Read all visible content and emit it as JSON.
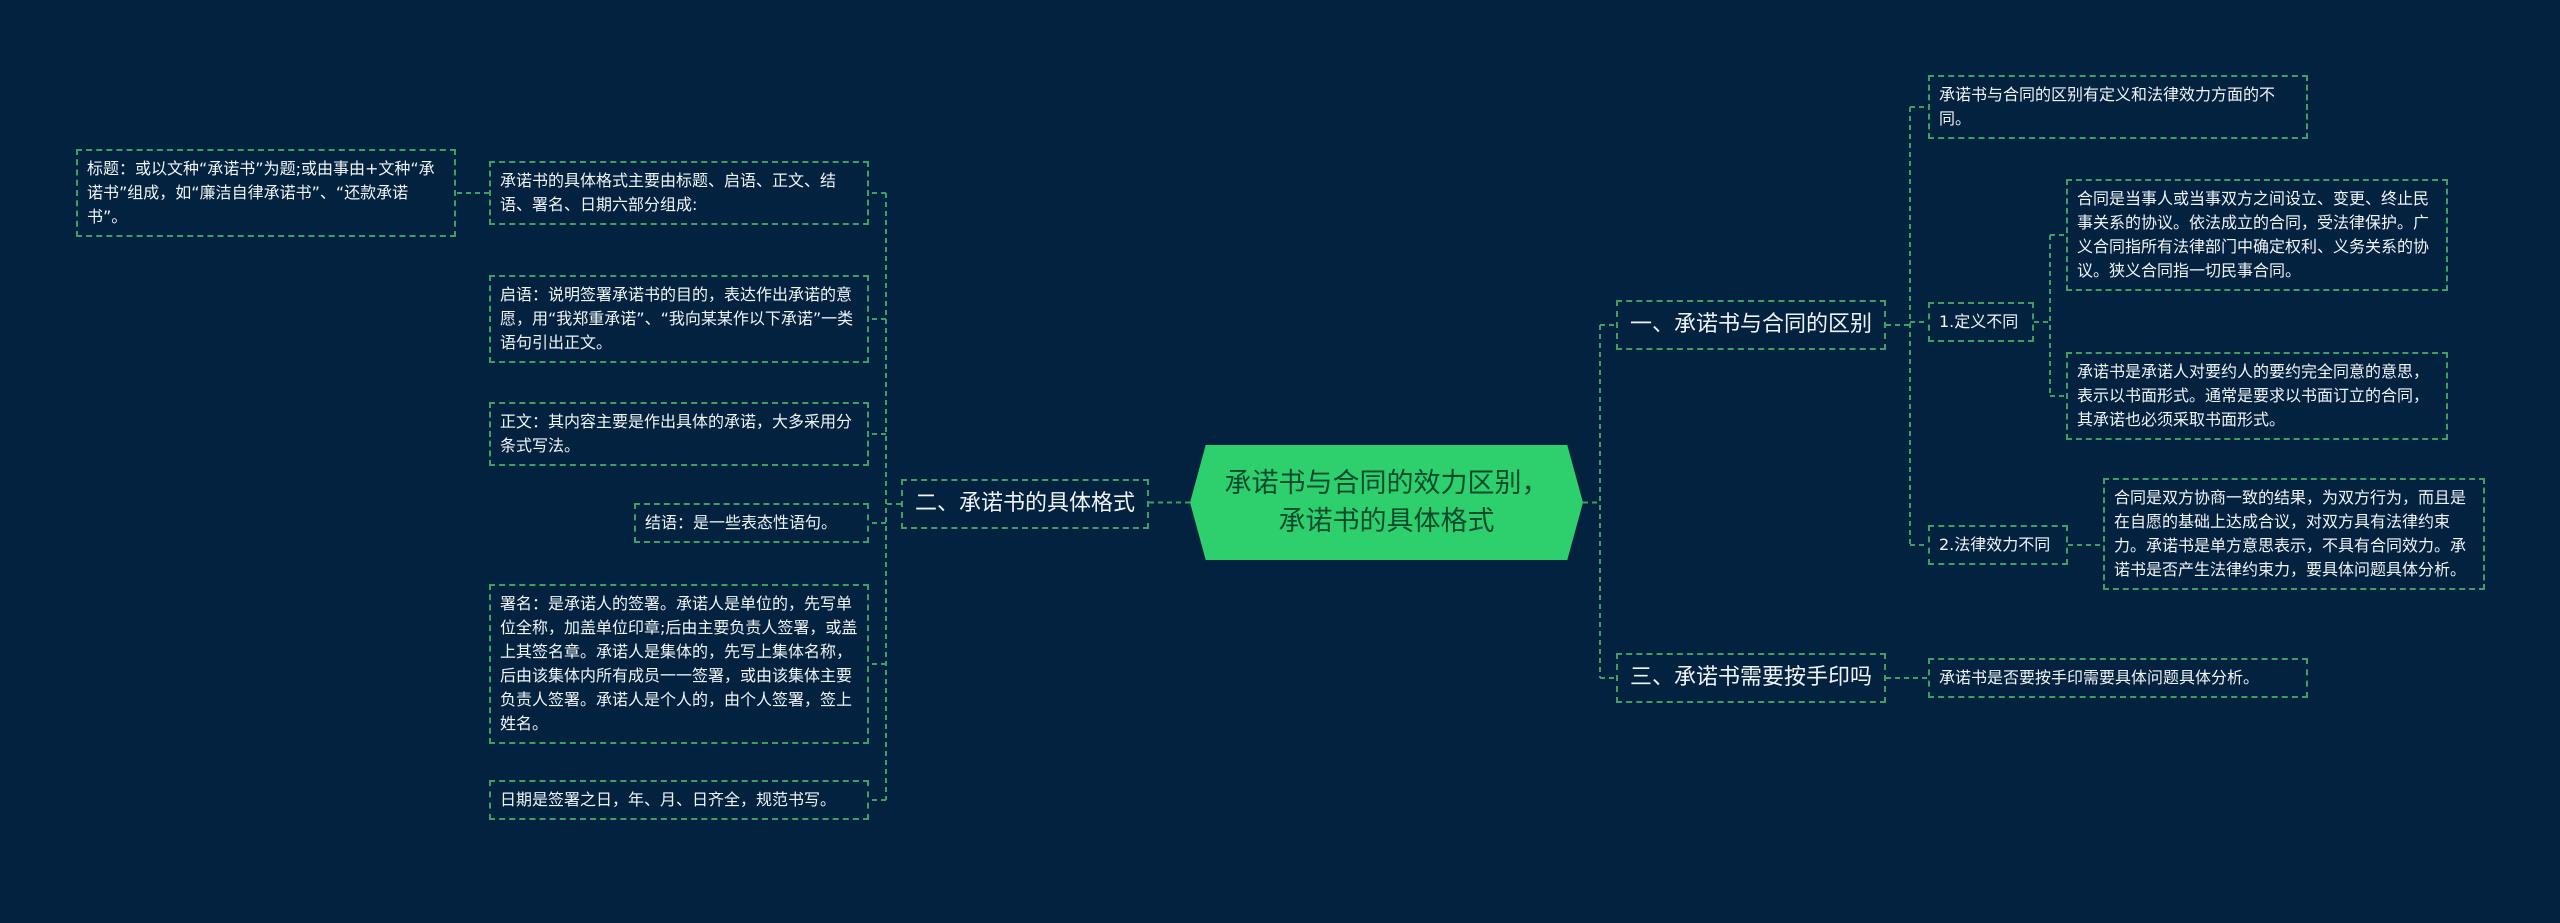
{
  "colors": {
    "background": "#03223f",
    "root_fill": "#2ecf6d",
    "line": "#3f9e62",
    "text": "#f1f4f7"
  },
  "root": "承诺书与合同的效力区别，承诺书的具体格式",
  "left": {
    "branch": "二、承诺书的具体格式",
    "items": [
      "承诺书的具体格式主要由标题、启语、正文、结语、署名、日期六部分组成:",
      "启语：说明签署承诺书的目的，表达作出承诺的意愿，用“我郑重承诺”、“我向某某作以下承诺”一类语句引出正文。",
      "正文：其内容主要是作出具体的承诺，大多采用分条式写法。",
      "结语：是一些表态性语句。",
      "署名：是承诺人的签署。承诺人是单位的，先写单位全称，加盖单位印章;后由主要负责人签署，或盖上其签名章。承诺人是集体的，先写上集体名称，后由该集体内所有成员一一签署，或由该集体主要负责人签署。承诺人是个人的，由个人签署，签上姓名。",
      "日期是签署之日，年、月、日齐全，规范书写。"
    ],
    "title_note": "标题：或以文种“承诺书”为题;或由事由+文种“承诺书”组成，如“廉洁自律承诺书”、“还款承诺书”。"
  },
  "right": {
    "branch1": "一、承诺书与合同的区别",
    "intro": "承诺书与合同的区别有定义和法律效力方面的不同。",
    "def_label": "1.定义不同",
    "def_contract": "合同是当事人或当事双方之间设立、变更、终止民事关系的协议。依法成立的合同，受法律保护。广义合同指所有法律部门中确定权利、义务关系的协议。狭义合同指一切民事合同。",
    "def_promise": "承诺书是承诺人对要约人的要约完全同意的意思，表示以书面形式。通常是要求以书面订立的合同，其承诺也必须采取书面形式。",
    "effect_label": "2.法律效力不同",
    "effect_text": "合同是双方协商一致的结果，为双方行为，而且是在自愿的基础上达成合议，对双方具有法律约束力。承诺书是单方意思表示，不具有合同效力。承诺书是否产生法律约束力，要具体问题具体分析。",
    "branch3": "三、承诺书需要按手印吗",
    "fingerprint": "承诺书是否要按手印需要具体问题具体分析。"
  }
}
